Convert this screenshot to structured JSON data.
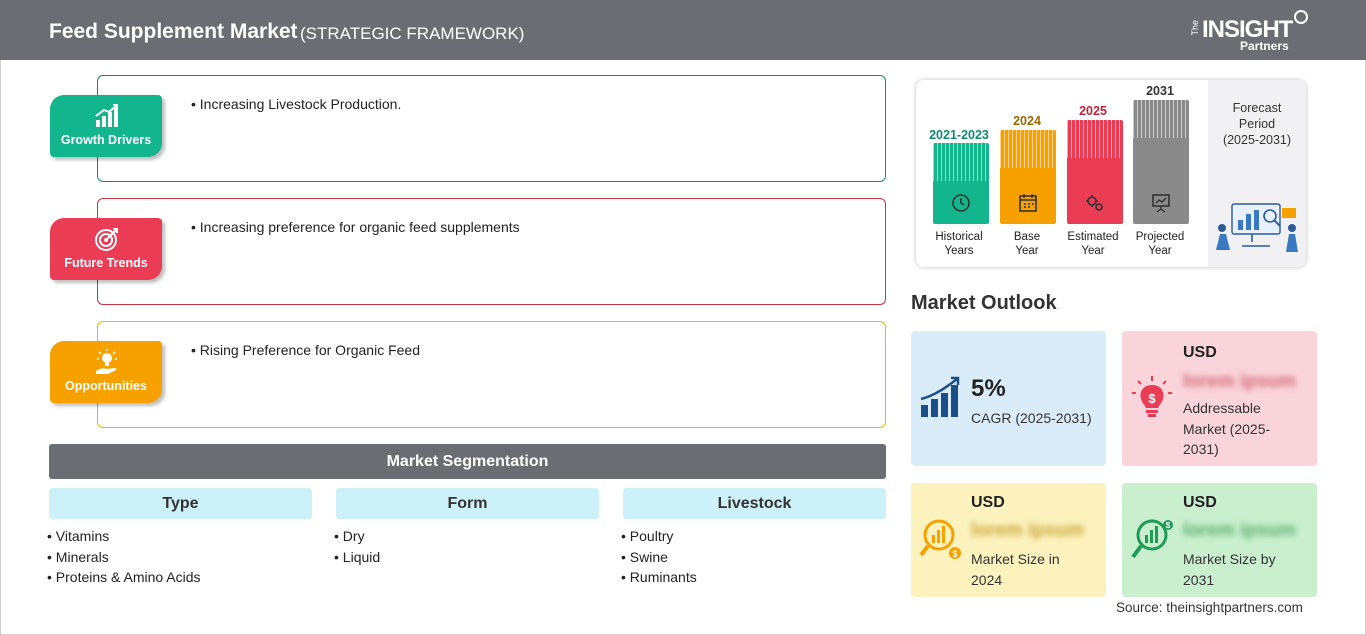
{
  "header": {
    "title": "Feed Supplement Market",
    "subtitle": "(STRATEGIC FRAMEWORK)",
    "logo": {
      "the": "The",
      "insight": "INSIGHT",
      "partners": "Partners"
    }
  },
  "framework": [
    {
      "label": "Growth Drivers",
      "bullet": "• Increasing Livestock Production.",
      "color": "#12b58c",
      "border": "#0f8a6d",
      "icon": "growth-chart-icon"
    },
    {
      "label": "Future Trends",
      "bullet": "• Increasing preference for organic feed supplements",
      "color": "#ea3c55",
      "border": "#c83147",
      "icon": "target-icon"
    },
    {
      "label": "Opportunities",
      "bullet": "• Rising Preference for Organic Feed",
      "color": "#f6a100",
      "border": "#f1b300",
      "icon": "lightbulb-hand-icon"
    }
  ],
  "segmentation": {
    "title": "Market Segmentation",
    "columns": [
      {
        "head": "Type",
        "items": [
          "Vitamins",
          "Minerals",
          "Proteins & Amino Acids"
        ]
      },
      {
        "head": "Form",
        "items": [
          "Dry",
          "Liquid"
        ]
      },
      {
        "head": "Livestock",
        "items": [
          "Poultry",
          "Swine",
          "Ruminants"
        ]
      }
    ]
  },
  "timeline": {
    "bars": [
      {
        "year": "2021-2023",
        "caption1": "Historical",
        "caption2": "Years",
        "color": "#12b58c",
        "yearColor": "#0f8a6d",
        "icon": "history-clock-icon"
      },
      {
        "year": "2024",
        "caption1": "Base",
        "caption2": "Year",
        "color": "#f6a100",
        "yearColor": "#9a6600",
        "icon": "calendar-icon"
      },
      {
        "year": "2025",
        "caption1": "Estimated",
        "caption2": "Year",
        "color": "#ea3c55",
        "yearColor": "#c0213a",
        "icon": "gears-icon"
      },
      {
        "year": "2031",
        "caption1": "Projected",
        "caption2": "Year",
        "color": "#8a8a8a",
        "yearColor": "#333333",
        "icon": "presentation-chart-icon"
      }
    ],
    "forecast": {
      "line1": "Forecast",
      "line2": "Period",
      "line3": "(2025-2031)"
    }
  },
  "outlook": {
    "title": "Market Outlook",
    "cagr": {
      "value": "5%",
      "label": "CAGR (2025-2031)",
      "bg": "#d9ecf8"
    },
    "addressable": {
      "currency": "USD",
      "value": "lorem ipsum",
      "desc1": "Addressable",
      "desc2": "Market (2025-",
      "desc3": "2031)",
      "bg": "#f9d4da"
    },
    "size2024": {
      "currency": "USD",
      "value": "lorem ipsum",
      "desc1": "Market Size in",
      "desc2": "2024",
      "bg": "#fbf2bd"
    },
    "size2031": {
      "currency": "USD",
      "value": "lorem ipsum",
      "desc1": "Market Size by",
      "desc2": "2031",
      "bg": "#c9efcf"
    }
  },
  "source": "Source: theinsightpartners.com"
}
